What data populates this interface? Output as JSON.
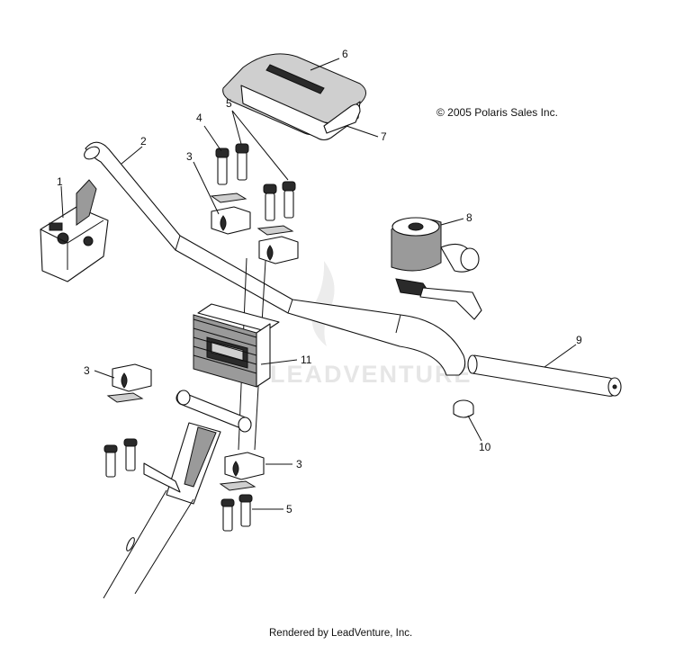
{
  "diagram": {
    "copyright": "© 2005 Polaris Sales Inc.",
    "footer": "Rendered by LeadVenture, Inc.",
    "watermark": "LEADVENTURE",
    "callouts": {
      "c1": "1",
      "c2": "2",
      "c3a": "3",
      "c3b": "3",
      "c3c": "3",
      "c4": "4",
      "c5a": "5",
      "c5b": "5",
      "c6": "6",
      "c7": "7",
      "c8": "8",
      "c9": "9",
      "c10": "10",
      "c11": "11"
    }
  }
}
